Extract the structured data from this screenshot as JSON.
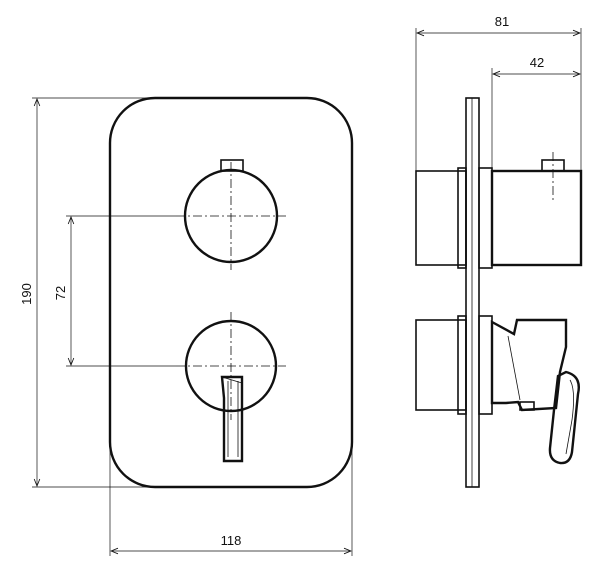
{
  "dimensions": {
    "plate_height": "190",
    "knob_spacing": "72",
    "plate_width": "118",
    "total_depth": "81",
    "knob_depth": "42"
  },
  "colors": {
    "line": "#111111",
    "background": "#ffffff"
  }
}
